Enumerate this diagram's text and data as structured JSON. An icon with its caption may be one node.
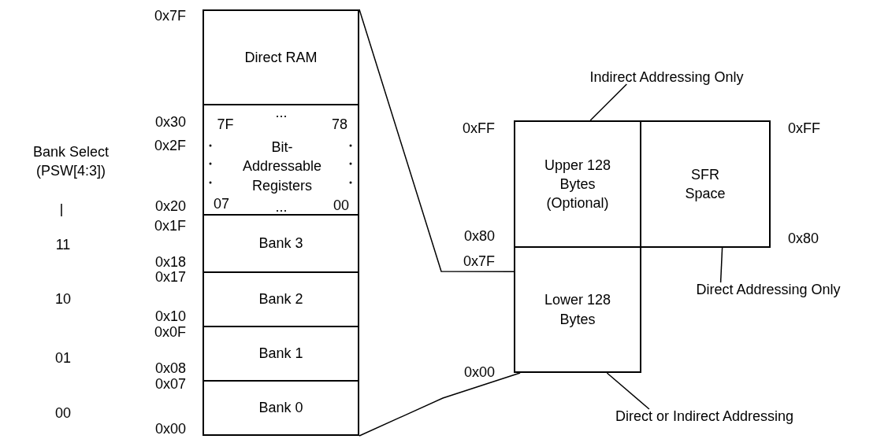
{
  "diagram": {
    "nodes": [
      {
        "text": [
          "Direct RAM"
        ]
      },
      {
        "text": [
          "7F",
          "...",
          "78",
          "Bit- Addressable Registers",
          "07",
          "...",
          "00"
        ]
      },
      {
        "text": [
          "Bank 3"
        ]
      },
      {
        "text": [
          "Bank 2"
        ]
      },
      {
        "text": [
          "Bank 1"
        ]
      },
      {
        "text": [
          "Bank 0"
        ]
      },
      {
        "text": [
          "Upper 128 Bytes (Optional)"
        ]
      },
      {
        "text": [
          "SFR Space"
        ]
      },
      {
        "text": [
          "Lower 128 Bytes"
        ]
      },
      {
        "text": [
          "Indirect Addressing Only"
        ]
      },
      {
        "text": [
          "Direct Addressing Only"
        ]
      },
      {
        "text": [
          "Direct or Indirect Addressing"
        ]
      }
    ],
    "edges": [
      {
        "from": 9,
        "to": 6,
        "arrow": "none"
      },
      {
        "from": 10,
        "to": 7,
        "arrow": "none"
      },
      {
        "from": 11,
        "to": 8,
        "arrow": "none"
      },
      {
        "from": 0,
        "to": 8,
        "arrow": "none"
      },
      {
        "from": 5,
        "to": 8,
        "arrow": "none"
      }
    ],
    "labels": [
      "0x7F",
      "0x30",
      "0x2F",
      "Bank Select (PSW[4:3])",
      "0x20",
      "0x1F",
      "11",
      "0x18",
      "0x17",
      "10",
      "0x10",
      "0x0F",
      "01",
      "0x08",
      "0x07",
      "00",
      "0x00",
      "0xFF",
      "0xFF",
      "0x80",
      "0x80",
      "0x7F",
      "0x00"
    ]
  }
}
